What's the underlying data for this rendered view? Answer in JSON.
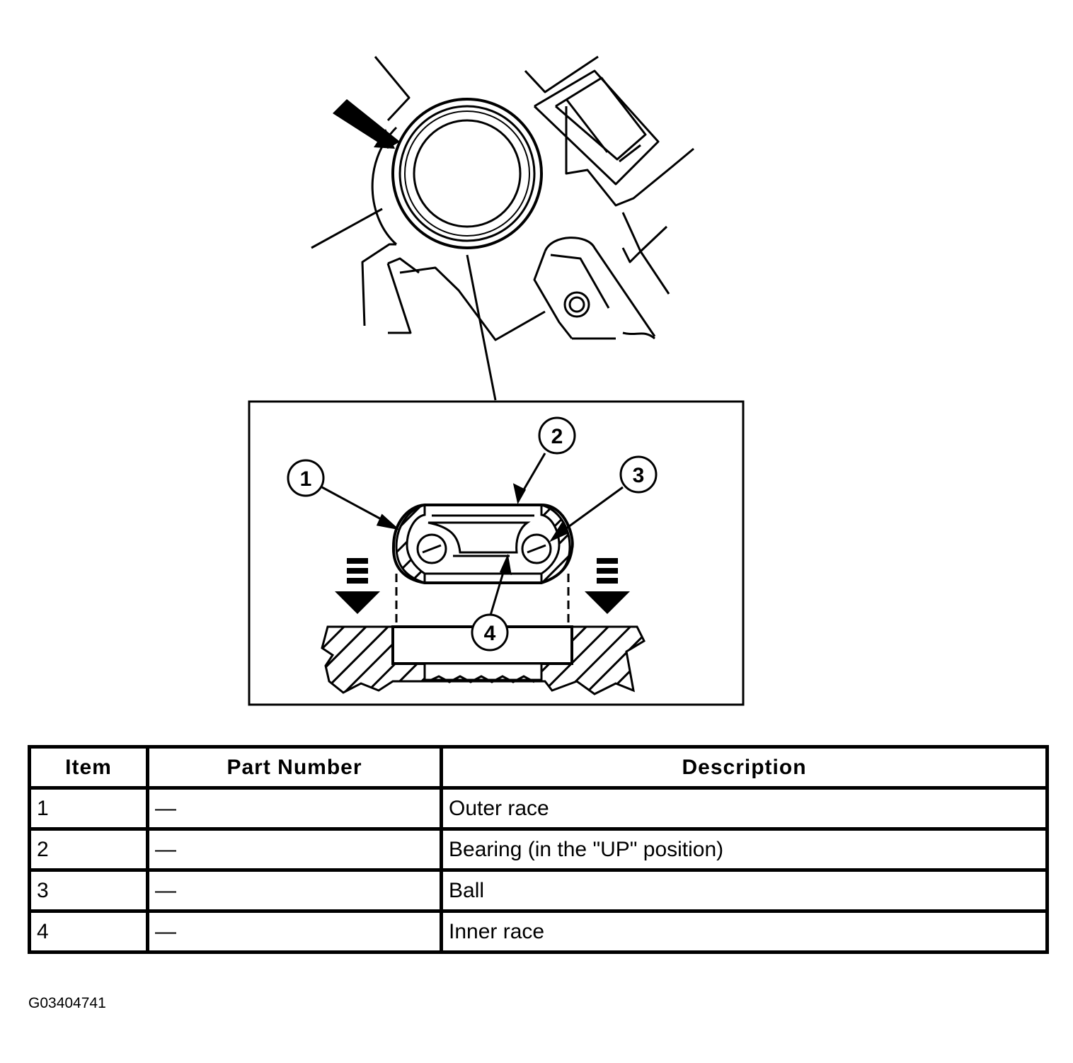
{
  "callouts": [
    "1",
    "2",
    "3",
    "4"
  ],
  "parts_table": {
    "headers": [
      "Item",
      "Part Number",
      "Description"
    ],
    "rows": [
      {
        "item": "1",
        "part_number": "—",
        "description": "Outer race"
      },
      {
        "item": "2",
        "part_number": "—",
        "description": "Bearing (in the \"UP\" position)"
      },
      {
        "item": "3",
        "part_number": "—",
        "description": "Ball"
      },
      {
        "item": "4",
        "part_number": "—",
        "description": "Inner race"
      }
    ]
  },
  "figure_id": "G03404741",
  "colors": {
    "line": "#000000",
    "background": "#ffffff"
  }
}
